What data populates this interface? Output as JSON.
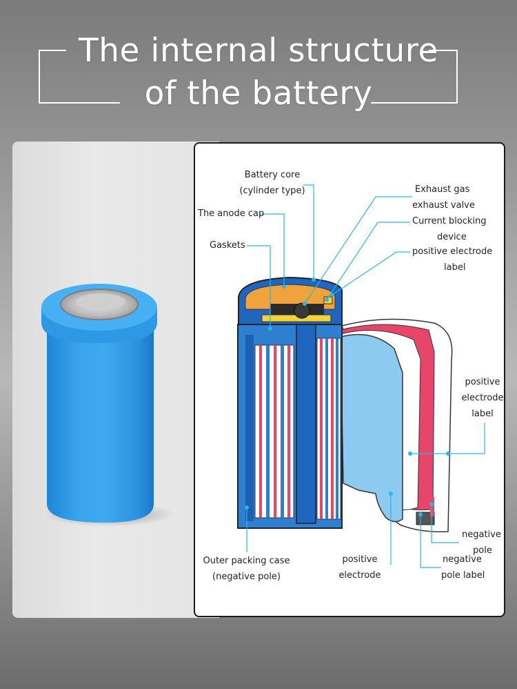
{
  "title": {
    "line1": "The internal structure",
    "line2": "of the battery"
  },
  "labels": {
    "battery_core_1": "Battery core",
    "battery_core_2": "(cylinder type)",
    "anode_cap": "The anode cap",
    "gaskets": "Gaskets",
    "exhaust_1": "Exhaust gas",
    "exhaust_2": "exhaust valve",
    "current_1": "Current blocking",
    "current_2": "device",
    "pos_label_1": "positive electrode",
    "pos_label_2": "label",
    "pos_label_b1": "positive",
    "pos_label_b2": "electrode",
    "pos_label_b3": "label",
    "neg_pole_1": "negative",
    "neg_pole_2": "pole",
    "neg_pole_label_1": "negative",
    "neg_pole_label_2": "pole label",
    "pos_electrode_1": "positive",
    "pos_electrode_2": "electrode",
    "outer_case_1": "Outer packing case",
    "outer_case_2": "(negative pole)"
  },
  "colors": {
    "leader": "#29b6e8",
    "battery_blue": "#2f9ee6",
    "separator_pink": "#e8456a",
    "electrode_light_blue": "#8ccaf0",
    "cap_orange": "#f0a23c",
    "gasket_yellow": "#f2d23a"
  }
}
